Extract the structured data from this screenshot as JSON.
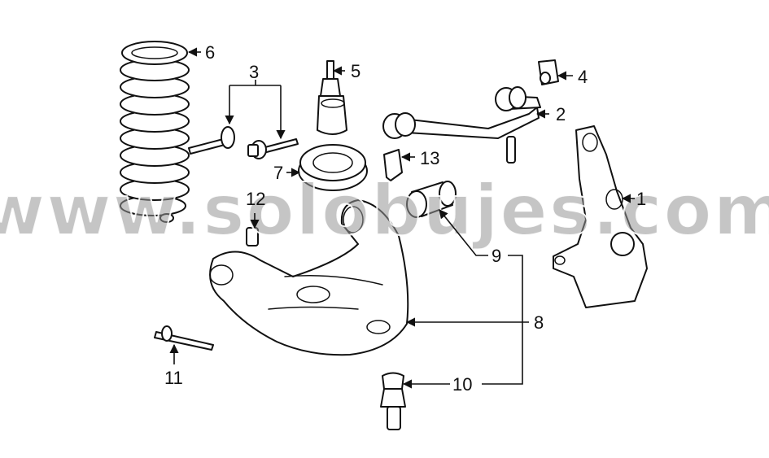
{
  "diagram": {
    "watermark": "www.solobujes.com",
    "callouts": [
      {
        "id": "1",
        "label": "1"
      },
      {
        "id": "2",
        "label": "2"
      },
      {
        "id": "3",
        "label": "3"
      },
      {
        "id": "4",
        "label": "4"
      },
      {
        "id": "5",
        "label": "5"
      },
      {
        "id": "6",
        "label": "6"
      },
      {
        "id": "7",
        "label": "7"
      },
      {
        "id": "8",
        "label": "8"
      },
      {
        "id": "9",
        "label": "9"
      },
      {
        "id": "10",
        "label": "10"
      },
      {
        "id": "11",
        "label": "11"
      },
      {
        "id": "12",
        "label": "12"
      },
      {
        "id": "13",
        "label": "13"
      }
    ]
  }
}
